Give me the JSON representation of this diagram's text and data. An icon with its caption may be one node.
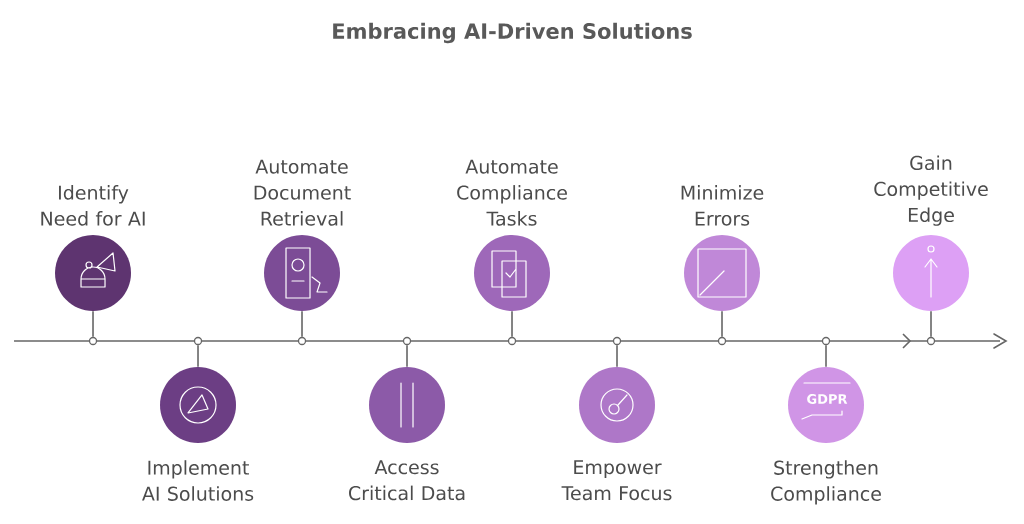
{
  "diagram": {
    "title": "Embracing AI-Driven Solutions",
    "nodes": [
      {
        "text": [
          "Identify Need for AI"
        ]
      },
      {
        "text": [
          "Implement AI Solutions"
        ]
      },
      {
        "text": [
          "Automate Document Retrieval"
        ]
      },
      {
        "text": [
          "Access Critical Data"
        ]
      },
      {
        "text": [
          "Automate Compliance Tasks"
        ]
      },
      {
        "text": [
          "Empower Team Focus"
        ]
      },
      {
        "text": [
          "Minimize Errors"
        ]
      },
      {
        "text": [
          "GDPR",
          "Strengthen Compliance"
        ]
      },
      {
        "text": [
          "Gain Competitive Edge"
        ]
      },
      {
        "text": [],
        "shape": "bar"
      }
    ],
    "edges": [
      {
        "from": 0,
        "to": 9,
        "arrow": "none"
      },
      {
        "from": 1,
        "to": 9,
        "arrow": "none"
      },
      {
        "from": 2,
        "to": 9,
        "arrow": "none"
      },
      {
        "from": 3,
        "to": 9,
        "arrow": "none"
      },
      {
        "from": 4,
        "to": 9,
        "arrow": "none"
      },
      {
        "from": 5,
        "to": 9,
        "arrow": "none"
      },
      {
        "from": 6,
        "to": 9,
        "arrow": "none"
      },
      {
        "from": 7,
        "to": 9,
        "arrow": "none"
      },
      {
        "from": 8,
        "to": 9,
        "arrow": "none"
      }
    ]
  }
}
